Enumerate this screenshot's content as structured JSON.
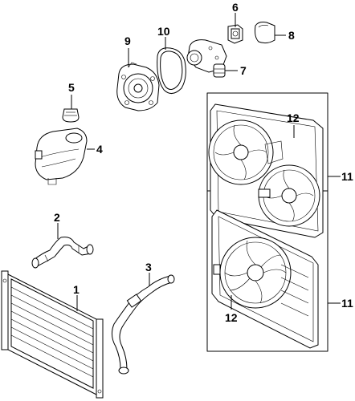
{
  "callouts": {
    "c1": "1",
    "c2": "2",
    "c3": "3",
    "c4": "4",
    "c5": "5",
    "c6": "6",
    "c7": "7",
    "c8": "8",
    "c9": "9",
    "c10": "10",
    "c11a": "11",
    "c11b": "11",
    "c12a": "12",
    "c12b": "12"
  }
}
